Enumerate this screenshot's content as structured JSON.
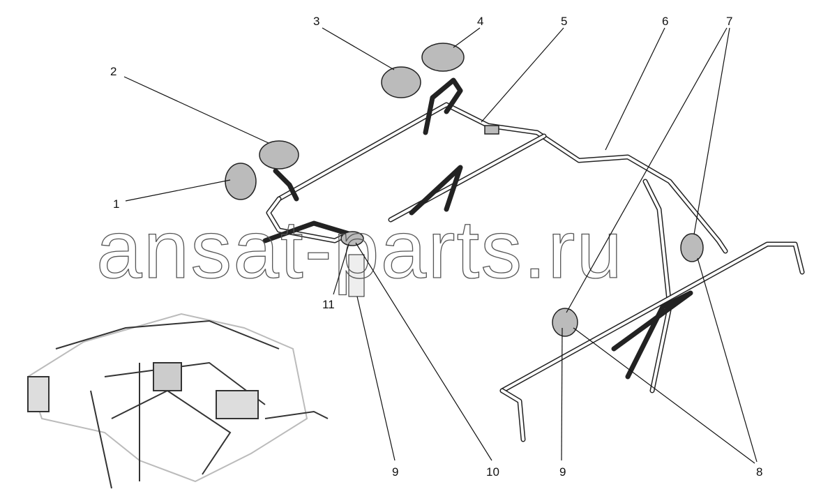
{
  "watermark": "ansat-parts.ru",
  "callouts": {
    "c1": "1",
    "c2": "2",
    "c3": "3",
    "c4": "4",
    "c5": "5",
    "c6": "6",
    "c7": "7",
    "c8": "8",
    "c9a": "9",
    "c9b": "9",
    "c10": "10",
    "c11": "11"
  }
}
